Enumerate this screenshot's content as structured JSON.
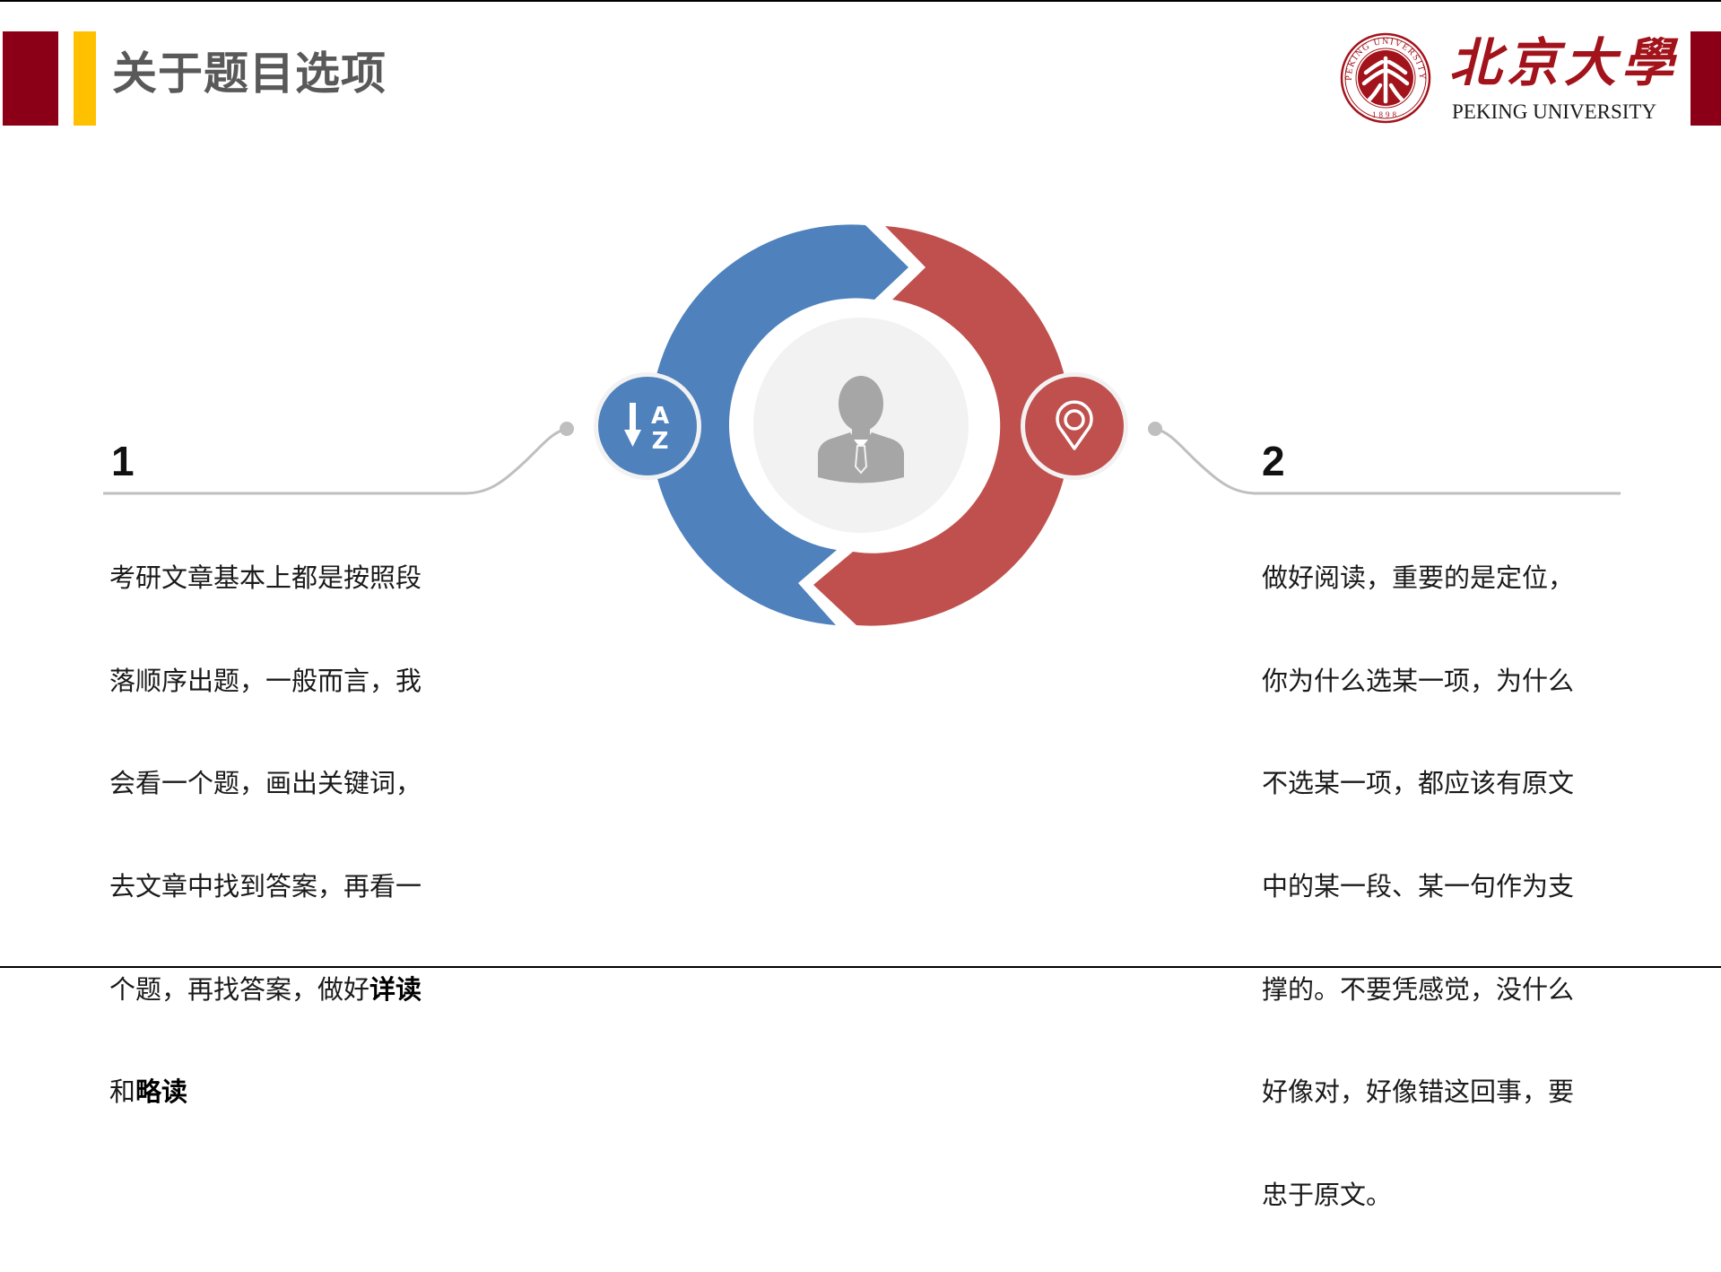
{
  "header": {
    "title": "关于题目选项",
    "accent_colors": {
      "primary": "#8B0016",
      "secondary": "#FFC000",
      "title_text": "#595959"
    },
    "logo": {
      "seal_ring_text": "PEKING UNIVERSITY",
      "seal_year": "1898",
      "name_cn": "北京大學",
      "name_en": "PEKING UNIVERSITY",
      "color": "#A3131B"
    }
  },
  "diagram": {
    "center_icon": "person-icon",
    "segments": [
      {
        "color": "#4F81BD",
        "icon": "sort-a-z-icon",
        "icon_letters": {
          "top": "A",
          "bottom": "Z"
        }
      },
      {
        "color": "#C0504D",
        "icon": "location-pin-icon"
      }
    ],
    "inner_disc_color": "#F2F2F2",
    "connector_color": "#BFBFBF"
  },
  "points": [
    {
      "number": "1",
      "lines": [
        {
          "text": "考研文章基本上都是按照段"
        },
        {
          "text": "落顺序出题，一般而言，我"
        },
        {
          "text": "会看一个题，画出关键词，"
        },
        {
          "text": "去文章中找到答案，再看一"
        },
        {
          "prefix": "个题，再找答案，做好",
          "bold": "详读"
        },
        {
          "prefix": "和",
          "bold": "略读"
        }
      ]
    },
    {
      "number": "2",
      "lines": [
        {
          "text": "做好阅读，重要的是定位，"
        },
        {
          "text": "你为什么选某一项，为什么"
        },
        {
          "text": "不选某一项，都应该有原文"
        },
        {
          "text": "中的某一段、某一句作为支"
        },
        {
          "text": "撑的。不要凭感觉，没什么"
        },
        {
          "text": "好像对，好像错这回事，要"
        },
        {
          "text": "忠于原文。"
        }
      ]
    }
  ]
}
